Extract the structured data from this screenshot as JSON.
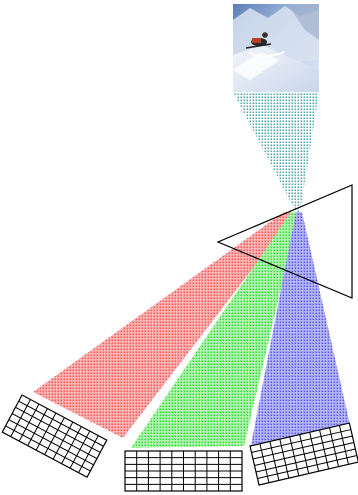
{
  "diagram": {
    "photo": {
      "subject": "snowboarder-on-snowy-slope"
    },
    "colors": {
      "incident_beam": "#7fc6c8",
      "red_beam": "#f48080",
      "green_beam": "#6ee86e",
      "blue_beam": "#7c7cf0",
      "prism_stroke": "#000000",
      "sensor_stroke": "#000000"
    },
    "sensors": [
      {
        "name": "red-sensor-array",
        "rows": 6,
        "cols": 10
      },
      {
        "name": "green-sensor-array",
        "rows": 6,
        "cols": 10
      },
      {
        "name": "blue-sensor-array",
        "rows": 6,
        "cols": 10
      }
    ]
  }
}
